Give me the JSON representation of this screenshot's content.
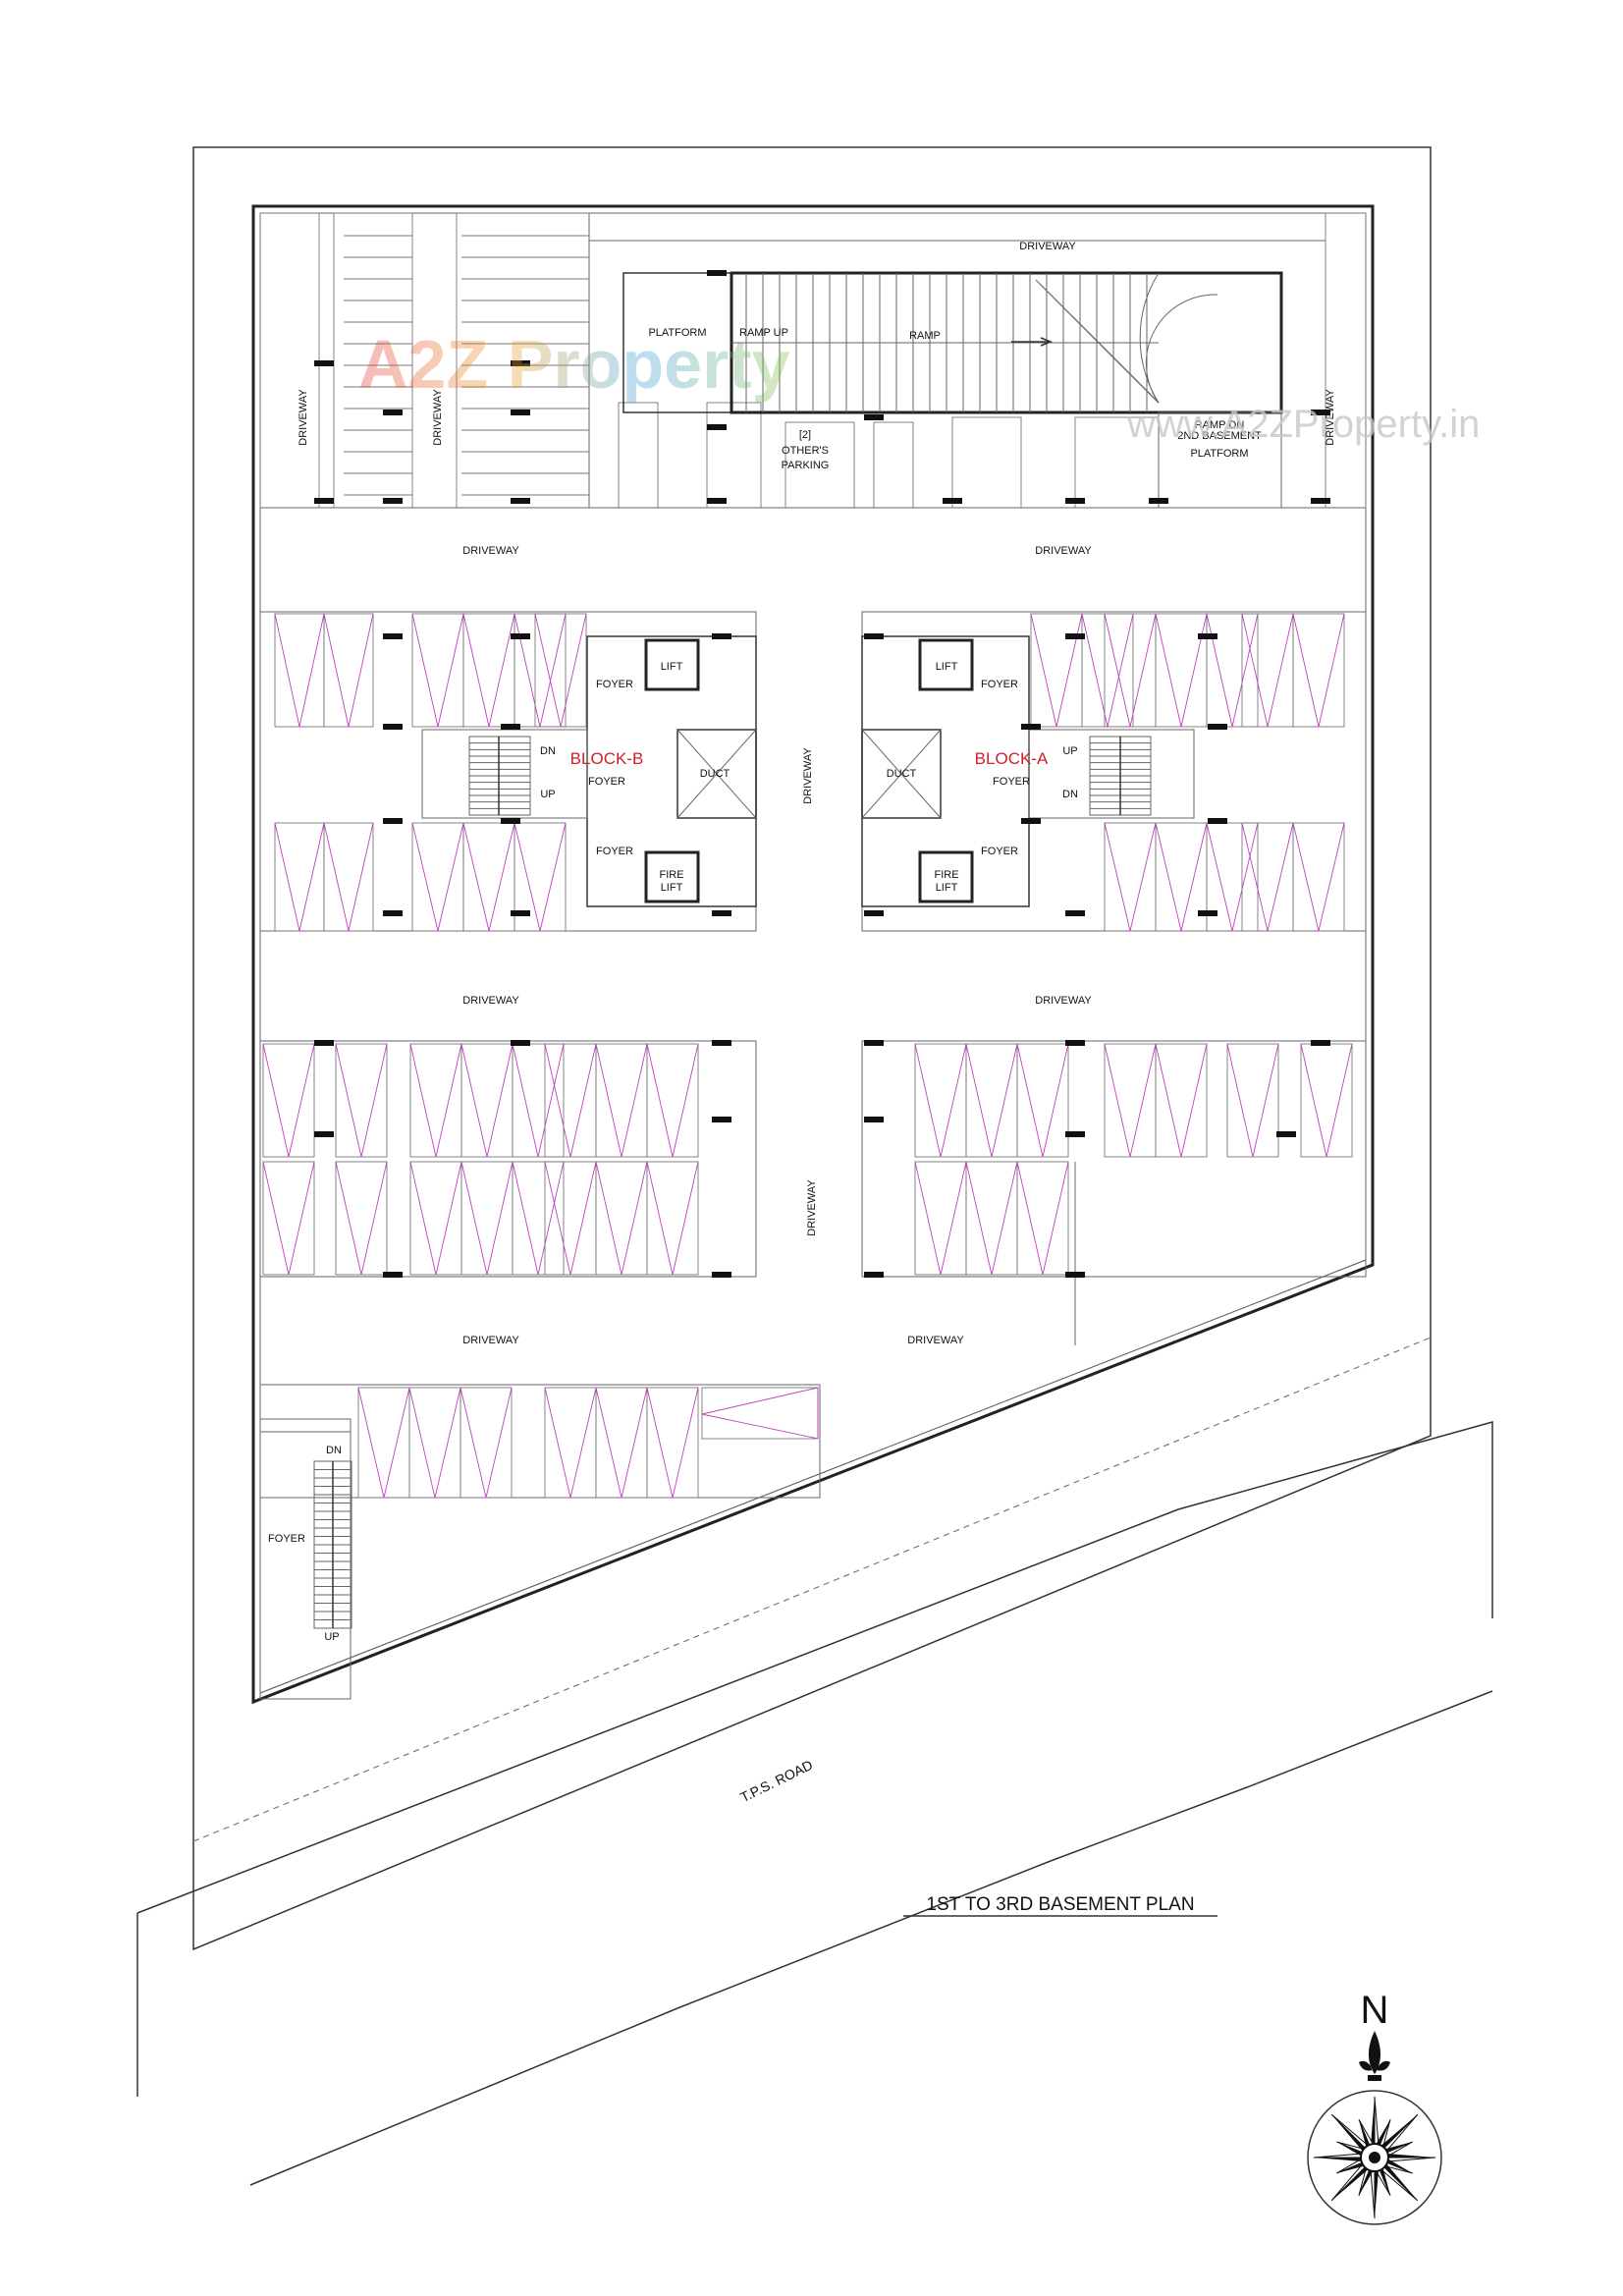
{
  "plan": {
    "title": "1ST TO 3RD BASEMENT PLAN",
    "road_label": "T.P.S. ROAD",
    "north_label": "N",
    "watermark_logo": "A2Z Property",
    "watermark_url": "www.A2ZProperty.in"
  },
  "labels": {
    "driveway": "DRIVEWAY",
    "platform": "PLATFORM",
    "ramp_up": "RAMP UP",
    "ramp": "RAMP",
    "others_parking_count": "[2]",
    "others_parking_line1": "OTHER'S",
    "others_parking_line2": "PARKING",
    "ramp_dn_line1": "RAMP DN",
    "ramp_dn_line2": "2ND BASEMENT",
    "foyer": "FOYER",
    "lift": "LIFT",
    "fire_lift_line1": "FIRE",
    "fire_lift_line2": "LIFT",
    "duct": "DUCT",
    "dn": "DN",
    "up": "UP",
    "block_a": "BLOCK-A",
    "block_b": "BLOCK-B"
  },
  "colors": {
    "line": "#222222",
    "parking_diagonal": "#c040c0",
    "block_label": "#d0202a",
    "logo_gradient": [
      "#e23a3a",
      "#f0a020",
      "#3aa0e0",
      "#8ac040"
    ]
  }
}
